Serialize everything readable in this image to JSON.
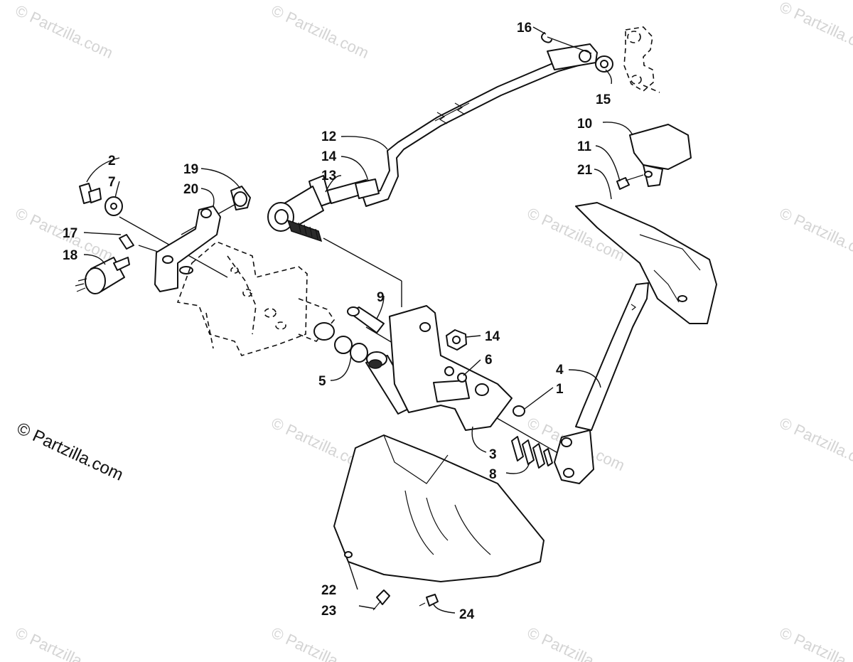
{
  "brand": "© Partzilla.com",
  "watermark": "© Partzilla.com",
  "callouts": {
    "c1": "1",
    "c2": "2",
    "c3": "3",
    "c4": "4",
    "c5": "5",
    "c6": "6",
    "c7": "7",
    "c8": "8",
    "c9": "9",
    "c10": "10",
    "c11": "11",
    "c12": "12",
    "c13": "13",
    "c14a": "14",
    "c14b": "14",
    "c15": "15",
    "c16": "16",
    "c17": "17",
    "c18": "18",
    "c19": "19",
    "c20": "20",
    "c21": "21",
    "c22": "22",
    "c23": "23",
    "c24": "24"
  },
  "colors": {
    "ink": "#111111",
    "watermark": "#d4d4d4",
    "background": "#ffffff"
  }
}
